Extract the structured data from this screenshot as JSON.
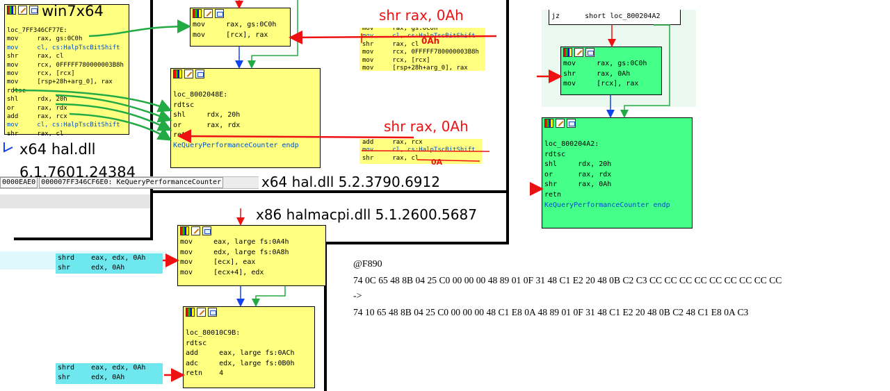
{
  "captions": {
    "win7x64": "win7x64",
    "x64_hal_a": "x64 hal.dll",
    "x64_hal_a_ver": "6.1.7601.24384",
    "x64_hal_b": "x64 hal.dll 5.2.3790.6912",
    "x86_hal": "x86 halmacpi.dll 5.1.2600.5687",
    "shr_top": "shr rax, 0Ah",
    "shr_mid": "shr rax, 0Ah",
    "oah_scribble_1": "0Ah",
    "oah_scribble_2": "0A"
  },
  "statusbar": {
    "cells": [
      "0000EAE0",
      "000007FF346CF6E0: KeQueryPerformanceCounter"
    ]
  },
  "win7_block": {
    "lines": [
      "loc_7FF346CF77E:",
      "mov     rax, gs:0C0h",
      "mov     cl, cs:HalpTscBitShift",
      "shr     rax, cl",
      "mov     rcx, 0FFFFF780000003B8h",
      "mov     rcx, [rcx]",
      "mov     [rsp+28h+arg_0], rax",
      "rdtsc",
      "shl     rdx, 20h",
      "or      rax, rdx",
      "add     rax, rcx",
      "mov     cl, cs:HalpTscBitShift",
      "shr     rax, cl"
    ]
  },
  "hal5_block1": {
    "lines": [
      "mov     rax, gs:0C0h",
      "mov     [rcx], rax"
    ]
  },
  "hal5_block2": {
    "lines": [
      "loc_8002048E:",
      "rdtsc",
      "shl     rdx, 20h",
      "or      rax, rdx",
      "retn",
      "KeQueryPerformanceCounter endp"
    ]
  },
  "frag_top": {
    "lines": [
      "mov     rax, gs:0C0h",
      "mov     cl, cs:HalpTscBitShift",
      "shr     rax, cl",
      "mov     rcx, 0FFFFF780000003B8h",
      "mov     rcx, [rcx]",
      "mov     [rsp+28h+arg_0], rax"
    ]
  },
  "frag_mid": {
    "lines": [
      "add     rax, rcx",
      "mov     cl, cs:HalpTscBitShift",
      "shr     rax, cl"
    ]
  },
  "green_top": {
    "lines": [
      "jz      short loc_800204A2"
    ]
  },
  "green_block1": {
    "lines": [
      "mov     rax, gs:0C0h",
      "shr     rax, 0Ah",
      "mov     [rcx], rax"
    ]
  },
  "green_block2": {
    "lines": [
      "loc_800204A2:",
      "rdtsc",
      "shl     rdx, 20h",
      "or      rax, rdx",
      "shr     rax, 0Ah",
      "retn",
      "KeQueryPerformanceCounter endp"
    ]
  },
  "x86_block1": {
    "lines": [
      "mov     eax, large fs:0A4h",
      "mov     edx, large fs:0A8h",
      "mov     [ecx], eax",
      "mov     [ecx+4], edx"
    ]
  },
  "x86_block2": {
    "lines": [
      "loc_80010C9B:",
      "rdtsc",
      "add     eax, large fs:0ACh",
      "adc     edx, large fs:0B0h",
      "retn    4"
    ]
  },
  "cyan1": {
    "lines": [
      "shrd    eax, edx, 0Ah",
      "shr     edx, 0Ah"
    ]
  },
  "cyan2": {
    "lines": [
      "shrd    eax, edx, 0Ah",
      "shr     edx, 0Ah"
    ]
  },
  "patch": {
    "offset": "@F890",
    "before": "74 0C 65 48 8B 04 25 C0 00 00 00 48 89 01 0F 31 48 C1 E2 20 48 0B C2 C3 CC CC CC CC CC CC CC CC CC",
    "arrow": "->",
    "after": "74 10 65 48 8B 04 25 C0 00 00 00 48 C1 E8 0A 48 89 01 0F 31 48 C1 E2 20 48 0B C2 48 C1 E8 0A C3"
  },
  "colors": {
    "node_yellow": "#ffff80",
    "node_green": "#44ff88",
    "annotation_red": "#ee1111",
    "flow_green": "#22aa44",
    "flow_blue": "#1144ee",
    "highlight_cyan": "#6ee8ee"
  }
}
